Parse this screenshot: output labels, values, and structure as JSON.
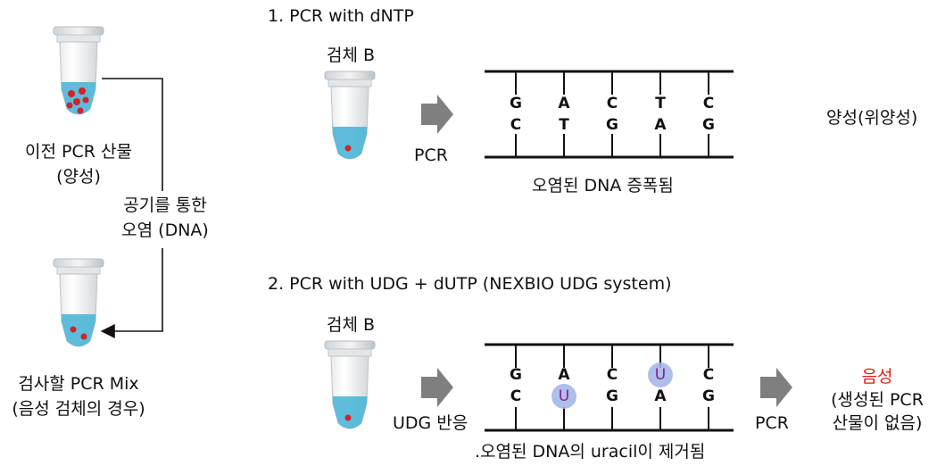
{
  "left": {
    "previous_product_line1": "이전 PCR 산물",
    "previous_product_line2": "(양성)",
    "contamination_line1": "공기를 통한",
    "contamination_line2": "오염 (DNA)",
    "test_mix_line1": "검사할 PCR Mix",
    "test_mix_line2": "(음성 검체의 경우)"
  },
  "section1": {
    "title": "1. PCR with dNTP",
    "sample_label": "검체 B",
    "arrow_label": "PCR",
    "top_strand": [
      "G",
      "A",
      "C",
      "T",
      "C"
    ],
    "bottom_strand": [
      "C",
      "T",
      "G",
      "A",
      "G"
    ],
    "caption": "오염된 DNA 증폭됨",
    "result": "양성(위양성)"
  },
  "section2": {
    "title": "2. PCR with UDG + dUTP (NEXBIO UDG system)",
    "sample_label": "검체 B",
    "arrow_label": "UDG 반응",
    "top_strand": [
      "G",
      "A",
      "C",
      "U",
      "C"
    ],
    "bottom_strand": [
      "C",
      "U",
      "G",
      "A",
      "G"
    ],
    "caption": ".오염된 DNA의 uracil이 제거됨",
    "pcr_label": "PCR",
    "result_title": "음성",
    "result_line1": "(생성된 PCR",
    "result_line2": "산물이 없음)"
  },
  "colors": {
    "liquid": "#4cb6d6",
    "dot": "#d0242a",
    "arrow": "#7f7f7f",
    "uracil_circle": "#9fb4e6",
    "uracil_letter": "#8a1f8a",
    "negative": "#e31b1b"
  }
}
